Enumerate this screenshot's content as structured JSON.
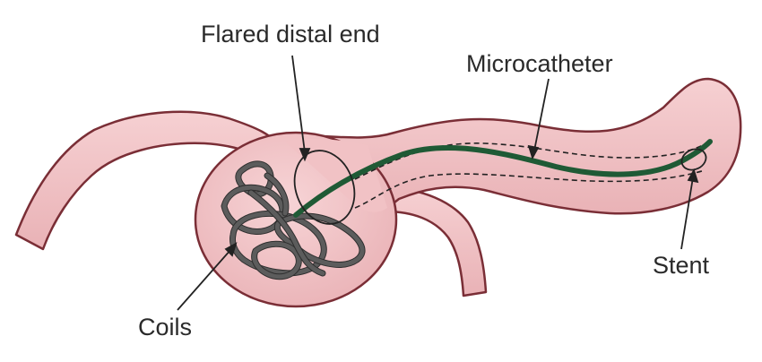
{
  "labels": {
    "flared_distal_end": "Flared distal end",
    "microcatheter": "Microcatheter",
    "stent": "Stent",
    "coils": "Coils"
  },
  "colors": {
    "vessel_fill": "#f2c4c6",
    "vessel_outline": "#7a2e36",
    "catheter": "#1f5a35",
    "coils": "#5c5c5c",
    "callout": "#222222",
    "text": "#2a2a2a"
  }
}
